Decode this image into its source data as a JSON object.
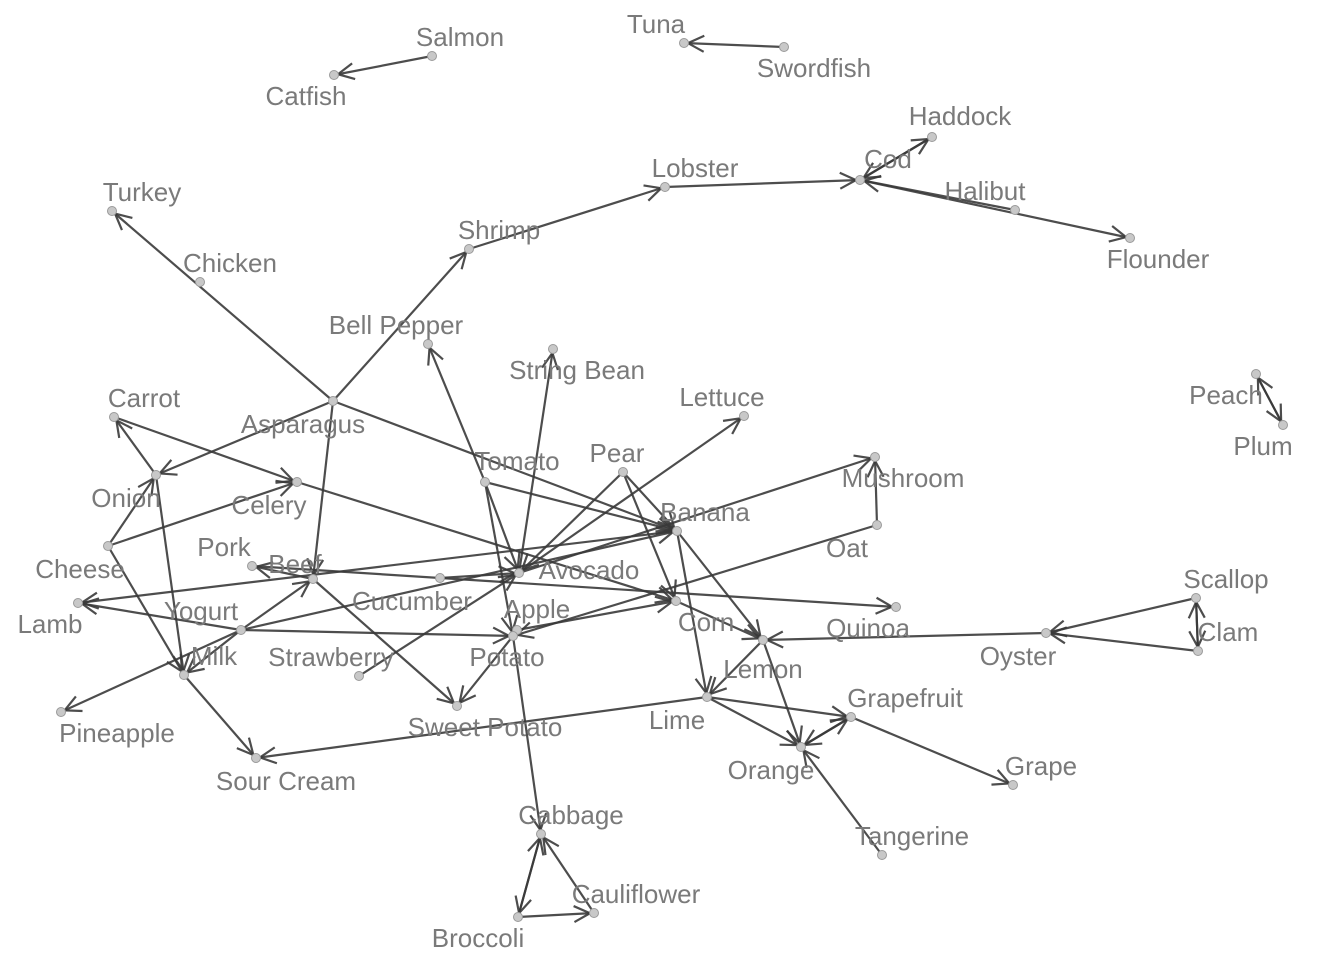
{
  "nodes": [
    {
      "id": "Salmon",
      "label": "Salmon"
    },
    {
      "id": "Catfish",
      "label": "Catfish"
    },
    {
      "id": "Tuna",
      "label": "Tuna"
    },
    {
      "id": "Swordfish",
      "label": "Swordfish"
    },
    {
      "id": "Haddock",
      "label": "Haddock"
    },
    {
      "id": "Cod",
      "label": "Cod"
    },
    {
      "id": "Halibut",
      "label": "Halibut"
    },
    {
      "id": "Flounder",
      "label": "Flounder"
    },
    {
      "id": "Lobster",
      "label": "Lobster"
    },
    {
      "id": "Turkey",
      "label": "Turkey"
    },
    {
      "id": "Shrimp",
      "label": "Shrimp"
    },
    {
      "id": "Chicken",
      "label": "Chicken"
    },
    {
      "id": "BellPepper",
      "label": "Bell Pepper"
    },
    {
      "id": "StringBean",
      "label": "String Bean"
    },
    {
      "id": "Peach",
      "label": "Peach"
    },
    {
      "id": "Plum",
      "label": "Plum"
    },
    {
      "id": "Carrot",
      "label": "Carrot"
    },
    {
      "id": "Asparagus",
      "label": "Asparagus"
    },
    {
      "id": "Lettuce",
      "label": "Lettuce"
    },
    {
      "id": "Tomato",
      "label": "Tomato"
    },
    {
      "id": "Pear",
      "label": "Pear"
    },
    {
      "id": "Mushroom",
      "label": "Mushroom"
    },
    {
      "id": "Onion",
      "label": "Onion"
    },
    {
      "id": "Celery",
      "label": "Celery"
    },
    {
      "id": "Banana",
      "label": "Banana"
    },
    {
      "id": "Oat",
      "label": "Oat"
    },
    {
      "id": "Pork",
      "label": "Pork"
    },
    {
      "id": "Cheese",
      "label": "Cheese"
    },
    {
      "id": "Avocado",
      "label": "Avocado"
    },
    {
      "id": "Scallop",
      "label": "Scallop"
    },
    {
      "id": "Lamb",
      "label": "Lamb"
    },
    {
      "id": "Yogurt",
      "label": "Yogurt"
    },
    {
      "id": "Beef",
      "label": "Beef"
    },
    {
      "id": "Cucumber",
      "label": "Cucumber"
    },
    {
      "id": "Apple",
      "label": "Apple"
    },
    {
      "id": "Corn",
      "label": "Corn"
    },
    {
      "id": "Quinoa",
      "label": "Quinoa"
    },
    {
      "id": "Clam",
      "label": "Clam"
    },
    {
      "id": "Milk",
      "label": "Milk"
    },
    {
      "id": "Strawberry",
      "label": "Strawberry"
    },
    {
      "id": "Potato",
      "label": "Potato"
    },
    {
      "id": "Lemon",
      "label": "Lemon"
    },
    {
      "id": "Oyster",
      "label": "Oyster"
    },
    {
      "id": "Grapefruit",
      "label": "Grapefruit"
    },
    {
      "id": "Pineapple",
      "label": "Pineapple"
    },
    {
      "id": "SweetPotato",
      "label": "Sweet Potato"
    },
    {
      "id": "Lime",
      "label": "Lime"
    },
    {
      "id": "SourCream",
      "label": "Sour Cream"
    },
    {
      "id": "Orange",
      "label": "Orange"
    },
    {
      "id": "Grape",
      "label": "Grape"
    },
    {
      "id": "Tangerine",
      "label": "Tangerine"
    },
    {
      "id": "Cabbage",
      "label": "Cabbage"
    },
    {
      "id": "Cauliflower",
      "label": "Cauliflower"
    },
    {
      "id": "Broccoli",
      "label": "Broccoli"
    }
  ],
  "edges": [
    {
      "from": "Salmon",
      "to": "Catfish"
    },
    {
      "from": "Swordfish",
      "to": "Tuna"
    },
    {
      "from": "Cod",
      "to": "Haddock"
    },
    {
      "from": "Haddock",
      "to": "Cod"
    },
    {
      "from": "Lobster",
      "to": "Cod"
    },
    {
      "from": "Halibut",
      "to": "Cod"
    },
    {
      "from": "Cod",
      "to": "Flounder"
    },
    {
      "from": "Shrimp",
      "to": "Lobster"
    },
    {
      "from": "Asparagus",
      "to": "Shrimp"
    },
    {
      "from": "Asparagus",
      "to": "Turkey"
    },
    {
      "from": "Peach",
      "to": "Plum"
    },
    {
      "from": "Plum",
      "to": "Peach"
    },
    {
      "from": "Asparagus",
      "to": "Onion"
    },
    {
      "from": "Asparagus",
      "to": "Beef"
    },
    {
      "from": "Asparagus",
      "to": "Banana"
    },
    {
      "from": "Tomato",
      "to": "BellPepper"
    },
    {
      "from": "Tomato",
      "to": "Potato"
    },
    {
      "from": "Tomato",
      "to": "Avocado"
    },
    {
      "from": "Tomato",
      "to": "Banana"
    },
    {
      "from": "Avocado",
      "to": "StringBean"
    },
    {
      "from": "Avocado",
      "to": "Lettuce"
    },
    {
      "from": "Avocado",
      "to": "Mushroom"
    },
    {
      "from": "Pear",
      "to": "Avocado"
    },
    {
      "from": "Pear",
      "to": "Corn"
    },
    {
      "from": "Pear",
      "to": "Banana"
    },
    {
      "from": "Carrot",
      "to": "Celery"
    },
    {
      "from": "Onion",
      "to": "Carrot"
    },
    {
      "from": "Cheese",
      "to": "Onion"
    },
    {
      "from": "Cheese",
      "to": "Celery"
    },
    {
      "from": "Cheese",
      "to": "Milk"
    },
    {
      "from": "Onion",
      "to": "Milk"
    },
    {
      "from": "Celery",
      "to": "Corn"
    },
    {
      "from": "Banana",
      "to": "Lamb"
    },
    {
      "from": "Banana",
      "to": "Lemon"
    },
    {
      "from": "Banana",
      "to": "Lime"
    },
    {
      "from": "Pork",
      "to": "Quinoa"
    },
    {
      "from": "Beef",
      "to": "Pork"
    },
    {
      "from": "Beef",
      "to": "SweetPotato"
    },
    {
      "from": "Yogurt",
      "to": "Lamb"
    },
    {
      "from": "Yogurt",
      "to": "Beef"
    },
    {
      "from": "Yogurt",
      "to": "Potato"
    },
    {
      "from": "Yogurt",
      "to": "Banana"
    },
    {
      "from": "Yogurt",
      "to": "Pineapple"
    },
    {
      "from": "Yogurt",
      "to": "Milk"
    },
    {
      "from": "Milk",
      "to": "SourCream"
    },
    {
      "from": "Strawberry",
      "to": "Avocado"
    },
    {
      "from": "Cucumber",
      "to": "Avocado"
    },
    {
      "from": "Oat",
      "to": "Mushroom"
    },
    {
      "from": "Oat",
      "to": "Potato"
    },
    {
      "from": "Potato",
      "to": "SweetPotato"
    },
    {
      "from": "Potato",
      "to": "Cabbage"
    },
    {
      "from": "Apple",
      "to": "Corn"
    },
    {
      "from": "Corn",
      "to": "Lemon"
    },
    {
      "from": "Oyster",
      "to": "Lemon"
    },
    {
      "from": "Scallop",
      "to": "Oyster"
    },
    {
      "from": "Scallop",
      "to": "Clam"
    },
    {
      "from": "Clam",
      "to": "Scallop"
    },
    {
      "from": "Clam",
      "to": "Oyster"
    },
    {
      "from": "Lemon",
      "to": "Lime"
    },
    {
      "from": "Lemon",
      "to": "Orange"
    },
    {
      "from": "Lime",
      "to": "Grapefruit"
    },
    {
      "from": "Lime",
      "to": "Orange"
    },
    {
      "from": "Lime",
      "to": "SourCream"
    },
    {
      "from": "Grapefruit",
      "to": "Orange"
    },
    {
      "from": "Orange",
      "to": "Grapefruit"
    },
    {
      "from": "Grapefruit",
      "to": "Grape"
    },
    {
      "from": "Tangerine",
      "to": "Orange"
    },
    {
      "from": "Cabbage",
      "to": "Broccoli"
    },
    {
      "from": "Broccoli",
      "to": "Cabbage"
    },
    {
      "from": "Broccoli",
      "to": "Cauliflower"
    },
    {
      "from": "Cauliflower",
      "to": "Cabbage"
    }
  ]
}
